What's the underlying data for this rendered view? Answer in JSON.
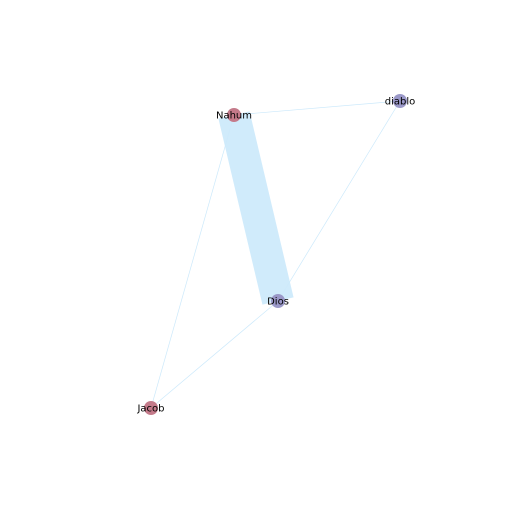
{
  "graph": {
    "nodes": [
      {
        "id": "nahum",
        "label": "Nahum",
        "color": "#c47a8a"
      },
      {
        "id": "diablo",
        "label": "diablo",
        "color": "#9a98c8"
      },
      {
        "id": "dios",
        "label": "Dios",
        "color": "#9a98c8"
      },
      {
        "id": "jacob",
        "label": "Jacob",
        "color": "#c47a8a"
      }
    ],
    "edges": [
      {
        "source": "nahum",
        "target": "dios",
        "weight": 10
      },
      {
        "source": "nahum",
        "target": "diablo",
        "weight": 1
      },
      {
        "source": "diablo",
        "target": "dios",
        "weight": 1
      },
      {
        "source": "nahum",
        "target": "jacob",
        "weight": 1
      },
      {
        "source": "dios",
        "target": "jacob",
        "weight": 1
      }
    ],
    "edge_color": "#cce9fb"
  }
}
